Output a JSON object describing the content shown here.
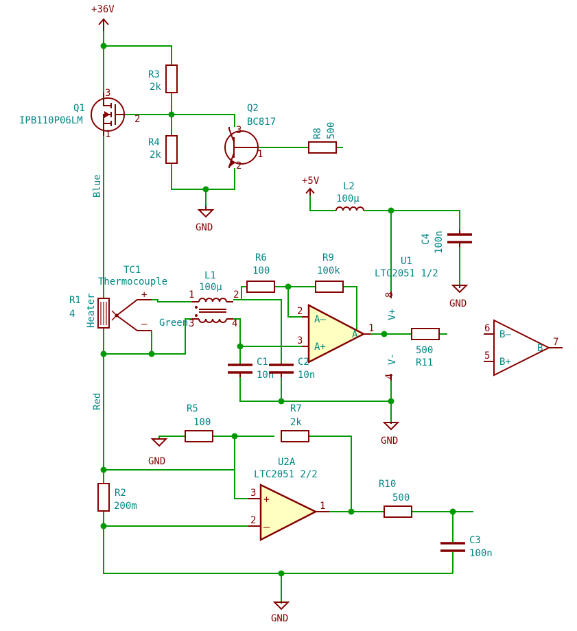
{
  "power": {
    "v36": "+36V",
    "v5": "+5V",
    "gnd1": "GND",
    "gnd2": "GND",
    "gnd3": "GND",
    "gnd4": "GND",
    "gnd5": "GND"
  },
  "components": {
    "q1": {
      "ref": "Q1",
      "value": "IPB110P06LM"
    },
    "q2": {
      "ref": "Q2",
      "value": "BC817"
    },
    "r1": {
      "ref": "R1",
      "value": "4",
      "label": "Heater"
    },
    "r2": {
      "ref": "R2",
      "value": "200m"
    },
    "r3": {
      "ref": "R3",
      "value": "2k"
    },
    "r4": {
      "ref": "R4",
      "value": "2k"
    },
    "r5": {
      "ref": "R5",
      "value": "100"
    },
    "r6": {
      "ref": "R6",
      "value": "100"
    },
    "r7": {
      "ref": "R7",
      "value": "2k"
    },
    "r8": {
      "ref": "R8",
      "value": "500"
    },
    "r9": {
      "ref": "R9",
      "value": "100k"
    },
    "r10": {
      "ref": "R10",
      "value": "500"
    },
    "r11": {
      "ref": "R11",
      "value": "500"
    },
    "c1": {
      "ref": "C1",
      "value": "10n"
    },
    "c2": {
      "ref": "C2",
      "value": "10n"
    },
    "c3": {
      "ref": "C3",
      "value": "100n"
    },
    "c4": {
      "ref": "C4",
      "value": "100n"
    },
    "l1": {
      "ref": "L1",
      "value": "100µ"
    },
    "l2": {
      "ref": "L2",
      "value": "100µ"
    },
    "tc1": {
      "ref": "TC1",
      "value": "Thermocouple",
      "plus": "+",
      "minus": "–"
    },
    "u1": {
      "ref": "U1",
      "value": "LTC2051 1/2",
      "vplus": "V+",
      "vminus": "V-",
      "ain_minus": "A–",
      "ain_plus": "A+",
      "aout": "A"
    },
    "u1b": {
      "bin_minus": "B–",
      "bin_plus": "B+",
      "bout": "B"
    },
    "u2a": {
      "ref": "U2A",
      "value": "LTC2051 2/2",
      "plus": "+",
      "minus": "–"
    }
  },
  "nets": {
    "blue": "Blue",
    "green": "Green",
    "red": "Red"
  },
  "pins": {
    "q1_1": "1",
    "q1_2": "2",
    "q1_3": "3",
    "q2_1": "1",
    "q2_2": "2",
    "q2_3": "3",
    "l1_1": "1",
    "l1_2": "2",
    "l1_3": "3",
    "l1_4": "4",
    "u1_1": "1",
    "u1_2": "2",
    "u1_3": "3",
    "u1_4": "4",
    "u1_8": "8",
    "u1_5": "5",
    "u1_6": "6",
    "u1_7": "7",
    "u2_1": "1",
    "u2_2": "2",
    "u2_3": "3"
  }
}
